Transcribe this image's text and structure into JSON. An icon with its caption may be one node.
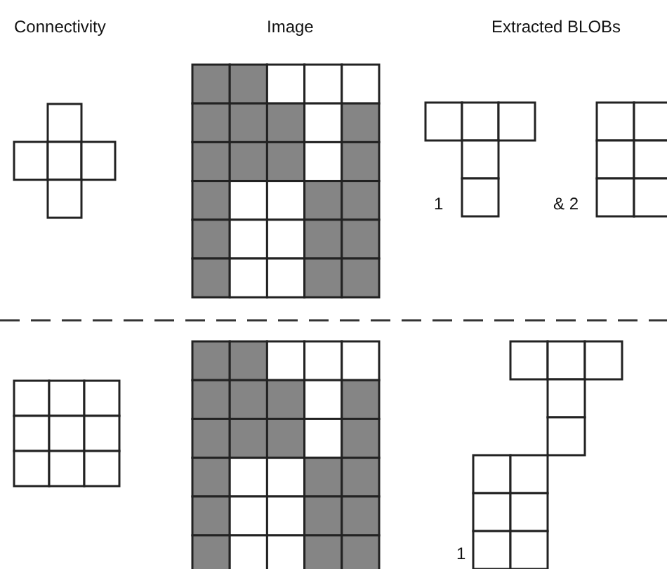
{
  "diagram": {
    "labels": [
      "Connectivity",
      "Image",
      "Extracted BLOBs",
      "1",
      "& 2",
      "1"
    ]
  }
}
